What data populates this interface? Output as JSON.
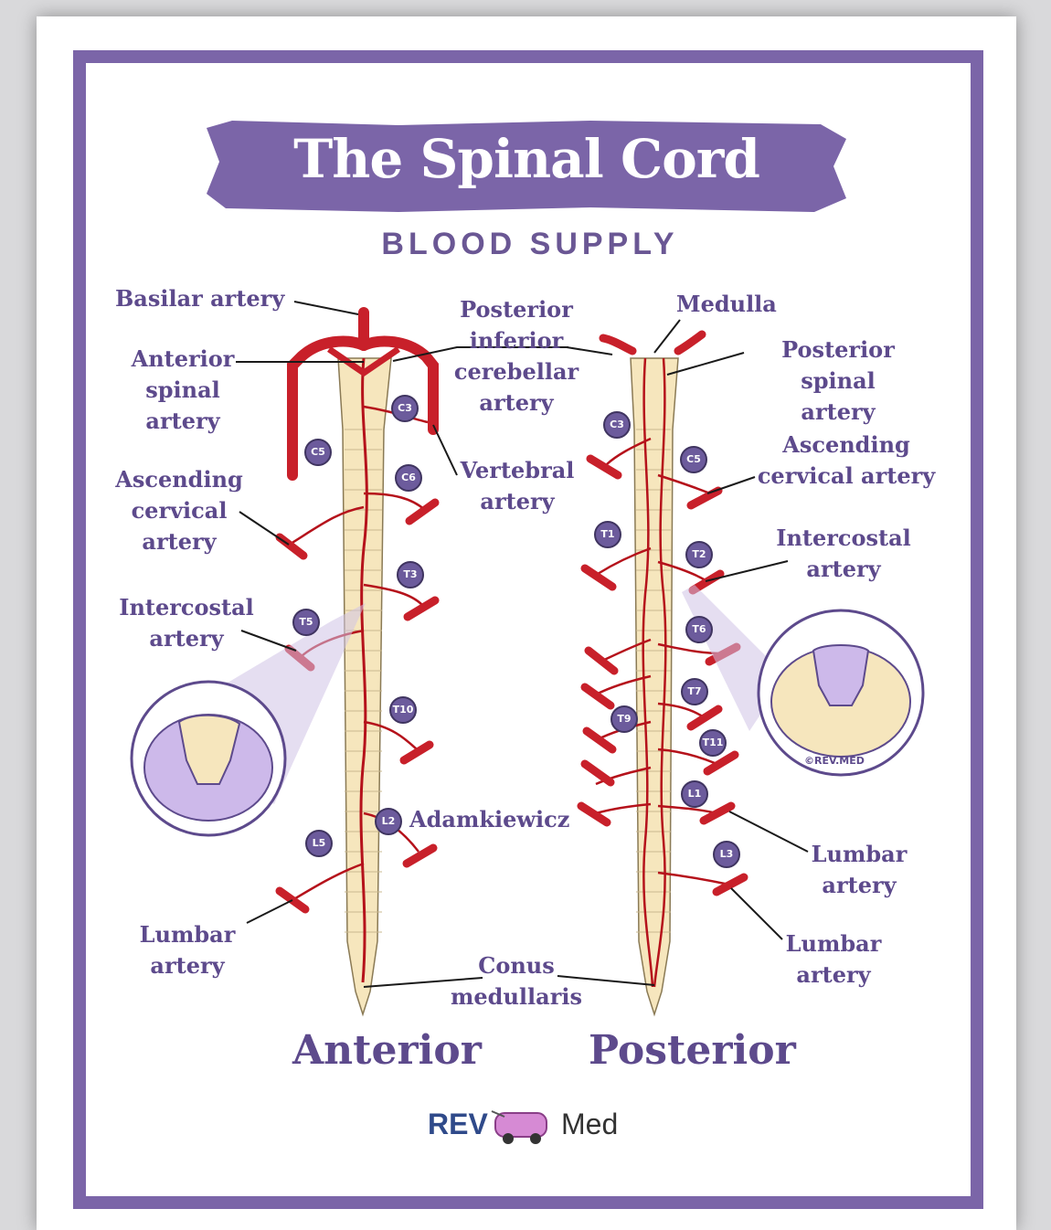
{
  "title": "The Spinal Cord",
  "subtitle": "BLOOD SUPPLY",
  "views": {
    "anterior": "Anterior",
    "posterior": "Posterior"
  },
  "labels": {
    "basilar": "Basilar artery",
    "anterior_spinal": "Anterior\nspinal\nartery",
    "pica": "Posterior\ninferior\ncerebellar\nartery",
    "vertebral": "Vertebral\nartery",
    "asc_cervical_left": "Ascending\ncervical\nartery",
    "intercostal_left": "Intercostal\nartery",
    "adamkiewicz": "Adamkiewicz",
    "lumbar_left": "Lumbar\nartery",
    "conus": "Conus\nmedullaris",
    "medulla": "Medulla",
    "posterior_spinal": "Posterior spinal\nartery",
    "asc_cervical_right": "Ascending\ncervical artery",
    "intercostal_right": "Intercostal\nartery",
    "lumbar_right_1": "Lumbar\nartery",
    "lumbar_right_2": "Lumbar\nartery"
  },
  "levels_anterior": [
    "C3",
    "C5",
    "C6",
    "T3",
    "T5",
    "T10",
    "L2",
    "L5"
  ],
  "levels_posterior": [
    "C3",
    "C5",
    "T1",
    "T2",
    "T6",
    "T7",
    "T9",
    "T11",
    "L1",
    "L3"
  ],
  "logo": {
    "left": "REV",
    "right": "Med"
  },
  "watermark": "©REV.MED",
  "colors": {
    "frame": "#7b65a8",
    "artery": "#c8202a",
    "cord": "#f6e6bd",
    "text": "#5d4a8c"
  }
}
